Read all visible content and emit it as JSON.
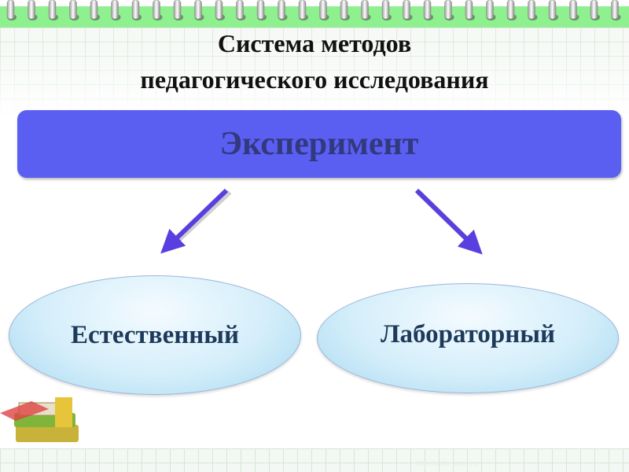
{
  "slide": {
    "title_line1": "Система методов",
    "title_line2": "педагогического исследования",
    "banner": "Эксперимент",
    "branches": [
      "Естественный",
      "Лабораторный"
    ],
    "watermark": "http://aida.ucoz.ru"
  },
  "colors": {
    "band": "#8ef08e",
    "banner": "#5a5ff2",
    "banner_text": "#33397e",
    "arrow": "#5a3fe0"
  }
}
